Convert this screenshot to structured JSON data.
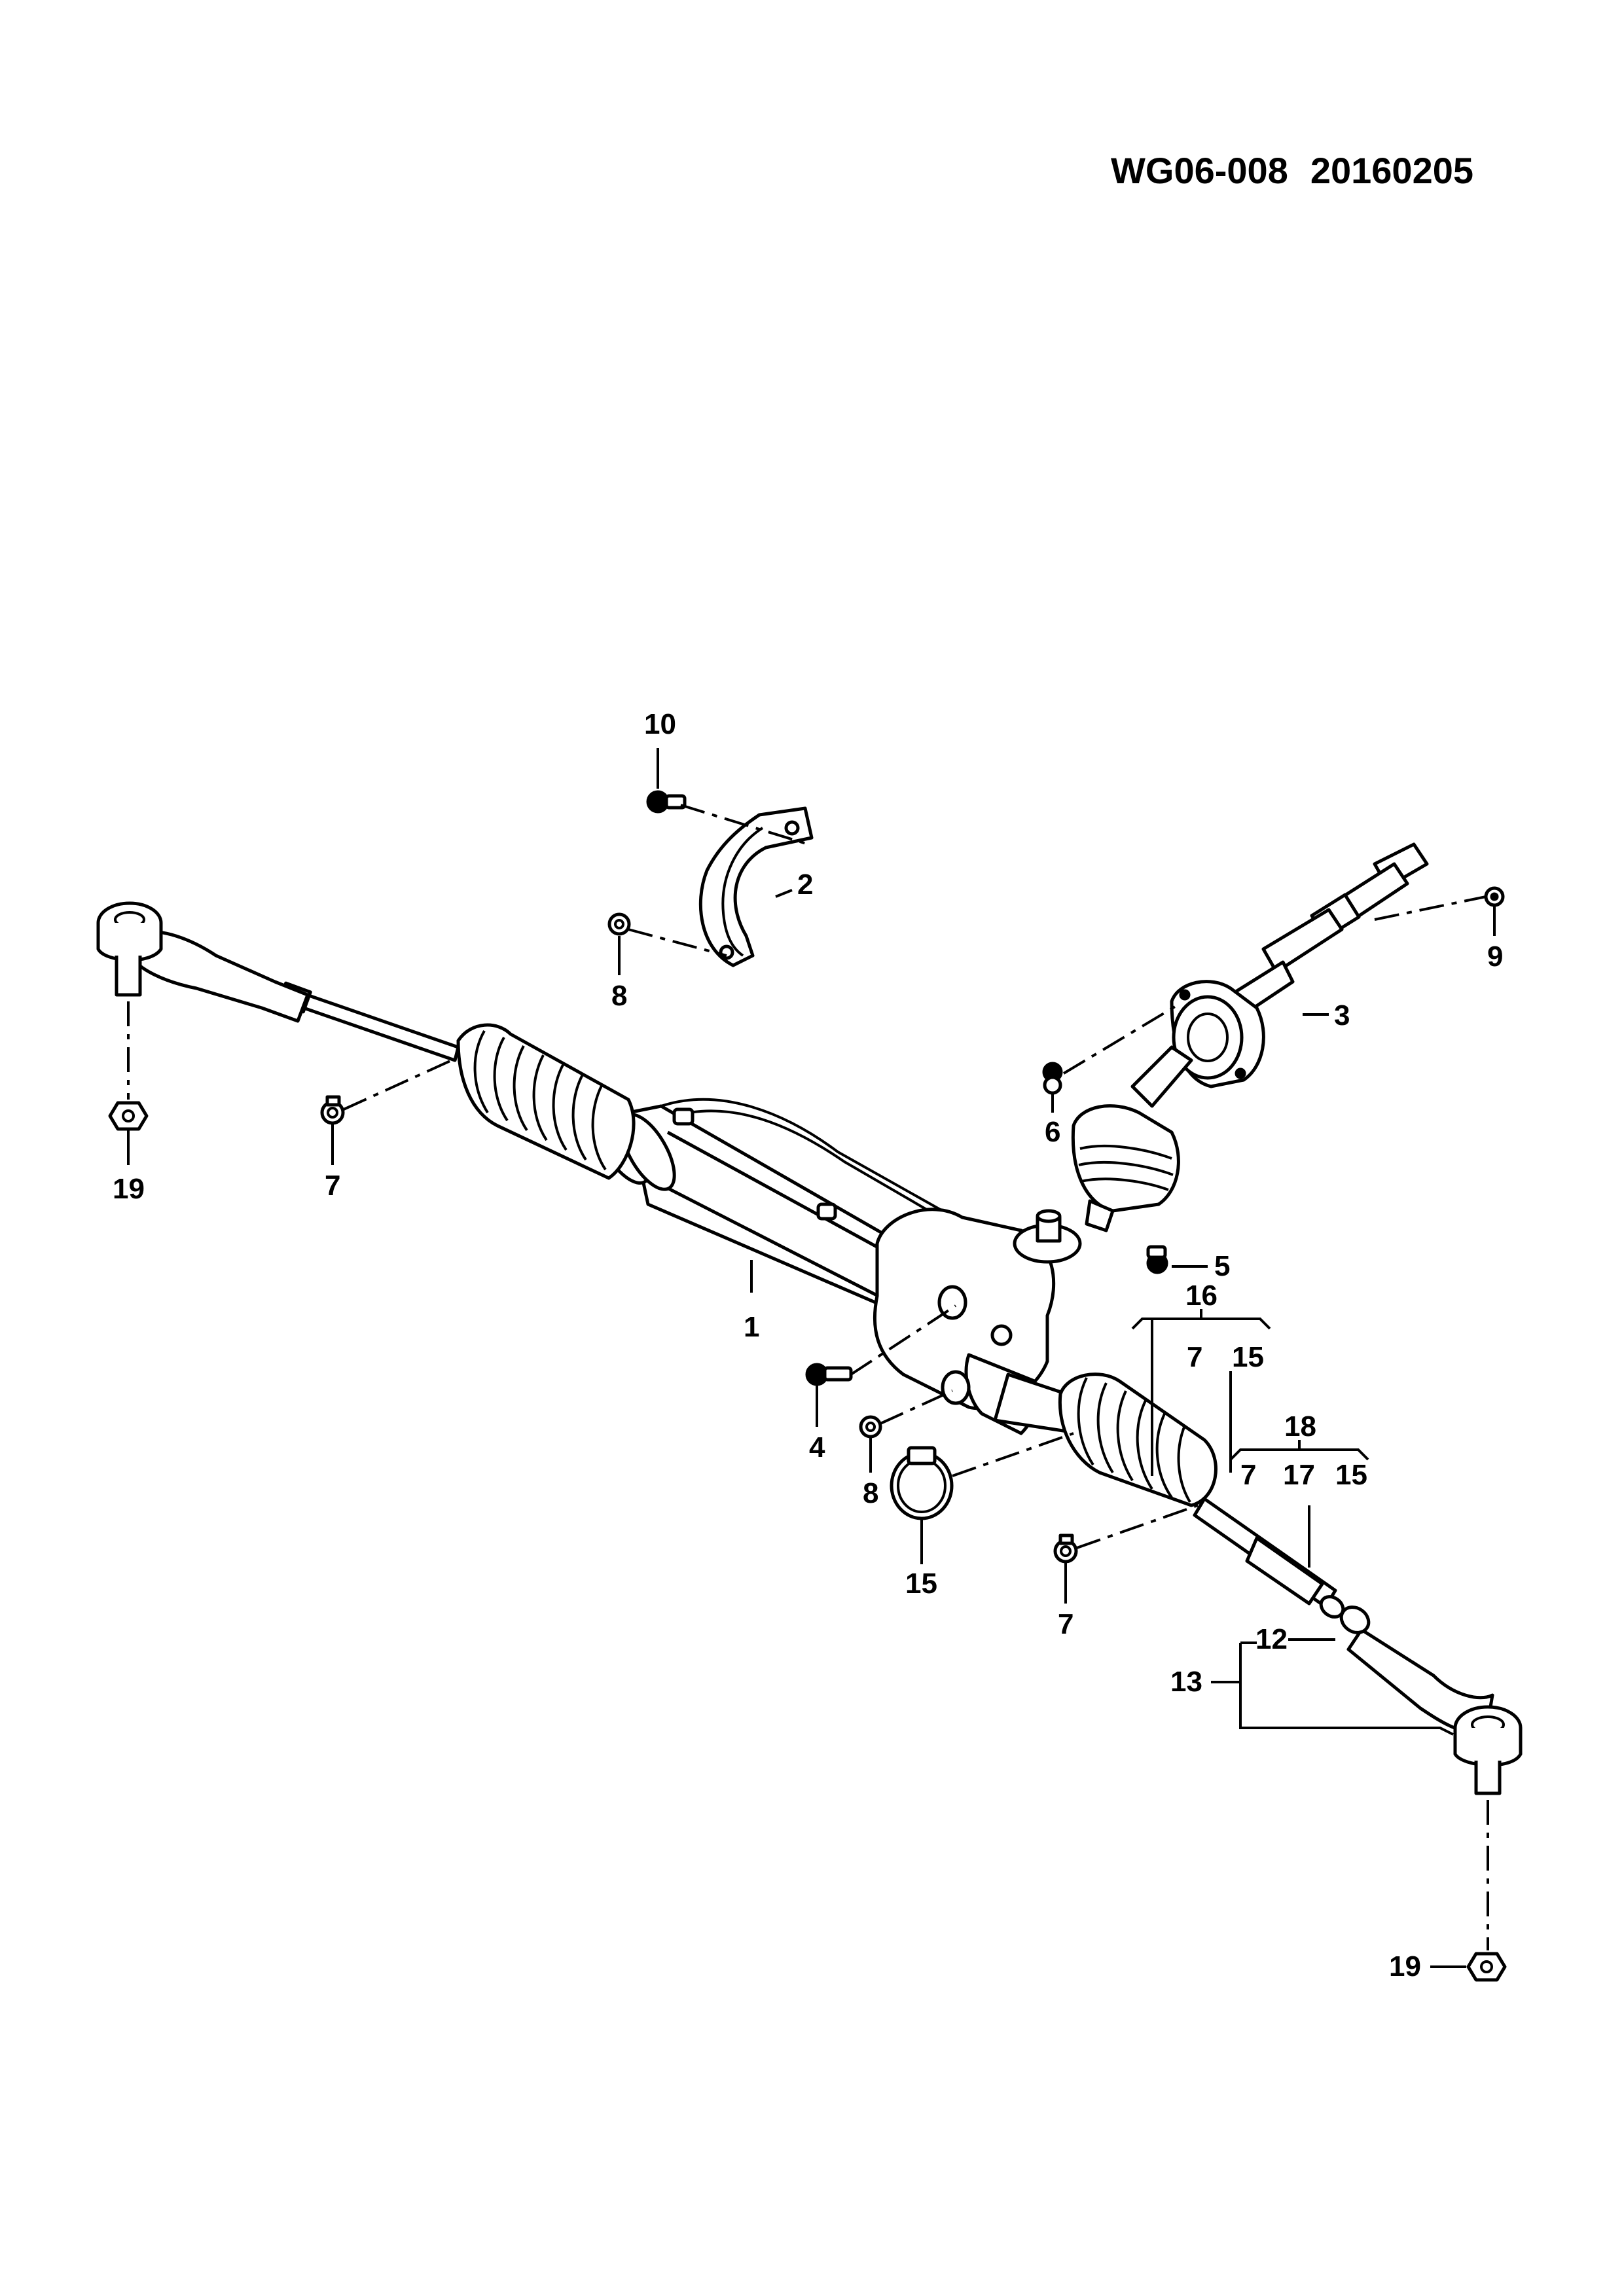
{
  "header": {
    "diagram_code": "WG06-008",
    "date_code": "20160205"
  },
  "callouts": {
    "c1": "1",
    "c2": "2",
    "c3": "3",
    "c4": "4",
    "c5": "5",
    "c6": "6",
    "c7_left": "7",
    "c7_right": "7",
    "c8_top": "8",
    "c8_bottom": "8",
    "c9": "9",
    "c10": "10",
    "c12": "12",
    "c13": "13",
    "c15": "15",
    "c19_left": "19",
    "c19_right": "19"
  },
  "kits": {
    "kit16": {
      "label": "16",
      "items": [
        "7",
        "15"
      ]
    },
    "kit18": {
      "label": "18",
      "items": [
        "7",
        "17",
        "15"
      ]
    }
  }
}
